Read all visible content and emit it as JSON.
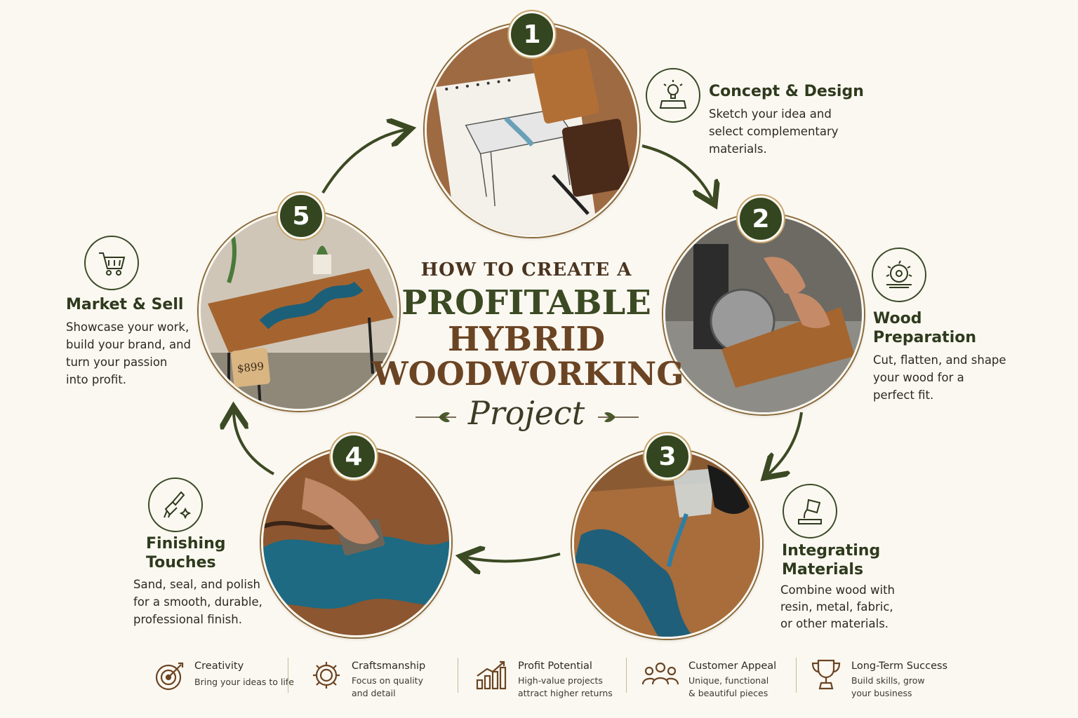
{
  "title": {
    "line1": "HOW TO CREATE A",
    "line2": "PROFITABLE",
    "line3": "HYBRID",
    "line4": "WOODWORKING",
    "line5": "Project"
  },
  "colors": {
    "dark_green": "#34461f",
    "brown": "#6b4423",
    "gold": "#c7a46a",
    "background": "#fbf8f1"
  },
  "steps": [
    {
      "number": "1",
      "title": "Concept & Design",
      "description": [
        "Sketch your idea and",
        "select complementary",
        "materials."
      ],
      "icon": "lightbulb-blueprint-icon"
    },
    {
      "number": "2",
      "title_lines": [
        "Wood",
        "Preparation"
      ],
      "description": [
        "Cut, flatten, and shape",
        "your wood for a",
        "perfect fit."
      ],
      "icon": "saw-blade-icon"
    },
    {
      "number": "3",
      "title_lines": [
        "Integrating",
        "Materials"
      ],
      "description": [
        "Combine wood with",
        "resin, metal, fabric,",
        "or other materials."
      ],
      "icon": "pouring-cup-icon"
    },
    {
      "number": "4",
      "title_lines": [
        "Finishing",
        "Touches"
      ],
      "description": [
        "Sand, seal, and polish",
        "for a smooth, durable,",
        "professional finish."
      ],
      "icon": "paint-brush-icon"
    },
    {
      "number": "5",
      "title": "Market & Sell",
      "description": [
        "Showcase your work,",
        "build your brand, and",
        "turn your passion",
        "into profit."
      ],
      "icon": "shopping-cart-icon",
      "price_tag": "$899"
    }
  ],
  "features": [
    {
      "title": "Creativity",
      "sub": [
        "Bring your ideas to life"
      ],
      "icon": "target-icon"
    },
    {
      "title": "Craftsmanship",
      "sub": [
        "Focus on quality",
        "and detail"
      ],
      "icon": "gear-icon"
    },
    {
      "title": "Profit Potential",
      "sub": [
        "High-value projects",
        "attract higher returns"
      ],
      "icon": "growth-chart-icon"
    },
    {
      "title": "Customer Appeal",
      "sub": [
        "Unique, functional",
        "& beautiful pieces"
      ],
      "icon": "people-icon"
    },
    {
      "title": "Long-Term Success",
      "sub": [
        "Build skills, grow",
        "your business"
      ],
      "icon": "trophy-icon"
    }
  ]
}
